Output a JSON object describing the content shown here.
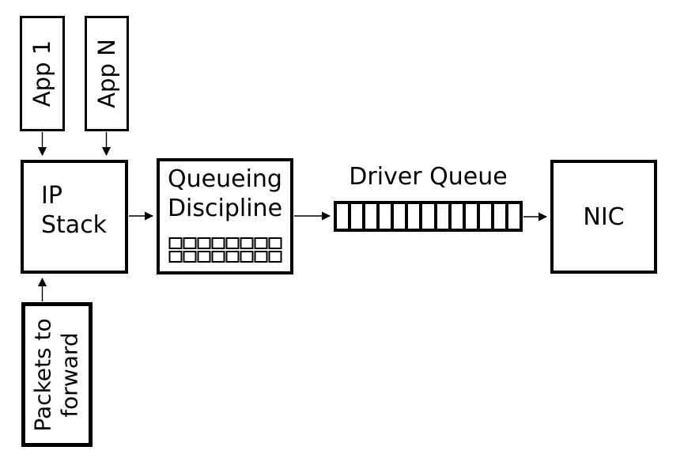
{
  "diagram": {
    "nodes": {
      "app1": {
        "label": "App 1"
      },
      "app_n": {
        "label": "App N"
      },
      "ip_stack": {
        "line1": "IP",
        "line2": "Stack"
      },
      "queueing_discipline": {
        "line1": "Queueing",
        "line2": "Discipline",
        "buffer_rows": 2,
        "buffer_cols": 8
      },
      "driver_queue": {
        "label": "Driver Queue",
        "cell_count": 13
      },
      "nic": {
        "label": "NIC"
      },
      "packets_to_forward": {
        "line1": "Packets to",
        "line2": "forward"
      }
    },
    "edges": [
      {
        "from": "app1",
        "to": "ip_stack"
      },
      {
        "from": "app_n",
        "to": "ip_stack"
      },
      {
        "from": "ip_stack",
        "to": "queueing_discipline"
      },
      {
        "from": "queueing_discipline",
        "to": "driver_queue"
      },
      {
        "from": "driver_queue",
        "to": "nic"
      },
      {
        "from": "packets_to_forward",
        "to": "ip_stack"
      }
    ],
    "colors": {
      "stroke": "#000000",
      "background": "#ffffff",
      "text": "#000000"
    }
  }
}
